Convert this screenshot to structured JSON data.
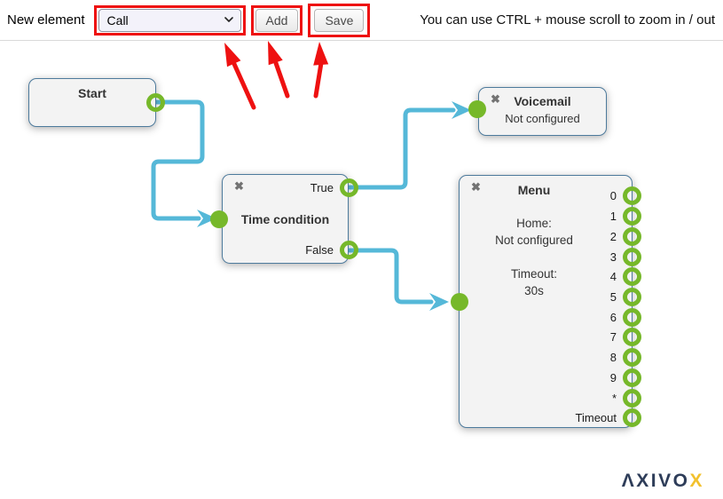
{
  "toolbar": {
    "new_element_label": "New element",
    "element_select": {
      "value": "Call"
    },
    "add_label": "Add",
    "save_label": "Save",
    "hint": "You can use CTRL + mouse scroll to zoom in / out"
  },
  "canvas": {
    "nodes": {
      "start": {
        "title": "Start"
      },
      "time_condition": {
        "title": "Time condition",
        "close_icon": "✖",
        "output_true": "True",
        "output_false": "False"
      },
      "voicemail": {
        "title": "Voicemail",
        "status": "Not configured",
        "close_icon": "✖"
      },
      "menu": {
        "title": "Menu",
        "close_icon": "✖",
        "home_label": "Home:",
        "home_value": "Not configured",
        "timeout_label": "Timeout:",
        "timeout_value": "30s",
        "outputs": [
          "0",
          "1",
          "2",
          "3",
          "4",
          "5",
          "6",
          "7",
          "8",
          "9",
          "*",
          "Timeout"
        ]
      }
    }
  },
  "logo": {
    "brand": "ΛXIVO",
    "brand_accent": "X"
  },
  "colors": {
    "connector_blue": "#55b8d8",
    "port_green": "#76b82a",
    "highlight_red": "#ee1111",
    "node_border": "#4d7a9c",
    "logo_navy": "#2e3d59",
    "logo_yellow": "#f2c12e"
  }
}
